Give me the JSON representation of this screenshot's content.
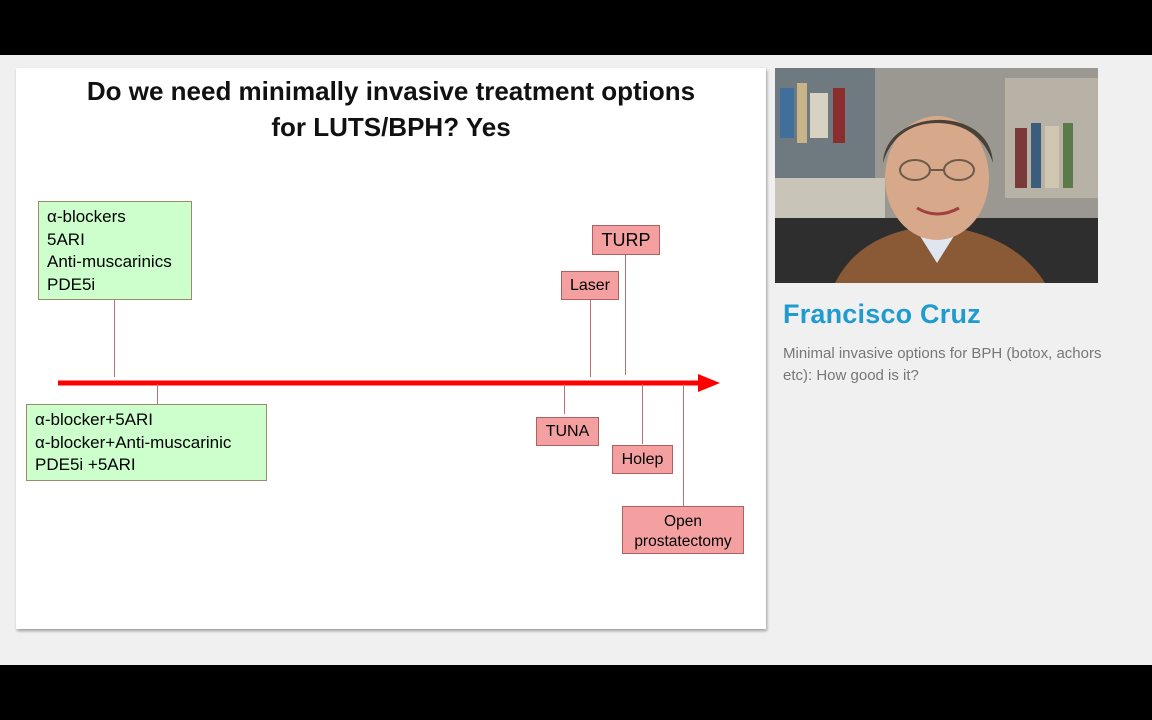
{
  "slide": {
    "title_line1": "Do we need minimally invasive treatment options",
    "title_line2": "for LUTS/BPH? Yes",
    "medical_box": [
      "α-blockers",
      "5ARI",
      "Anti-muscarinics",
      "PDE5i"
    ],
    "combo_box": [
      "α-blocker+5ARI",
      "α-blocker+Anti-muscarinic",
      "PDE5i +5ARI"
    ],
    "procedures": {
      "turp": "TURP",
      "laser": "Laser",
      "tuna": "TUNA",
      "holep": "Holep",
      "open_line1": "Open",
      "open_line2": "prostatectomy"
    },
    "colors": {
      "arrow": "#ff0000",
      "green_box": "#ccffcc",
      "red_box": "#f4a0a0"
    }
  },
  "presenter": {
    "name": "Francisco Cruz",
    "talk_title": "Minimal invasive options for BPH (botox, achors etc): How good is it?",
    "name_color": "#1f9bd0"
  }
}
